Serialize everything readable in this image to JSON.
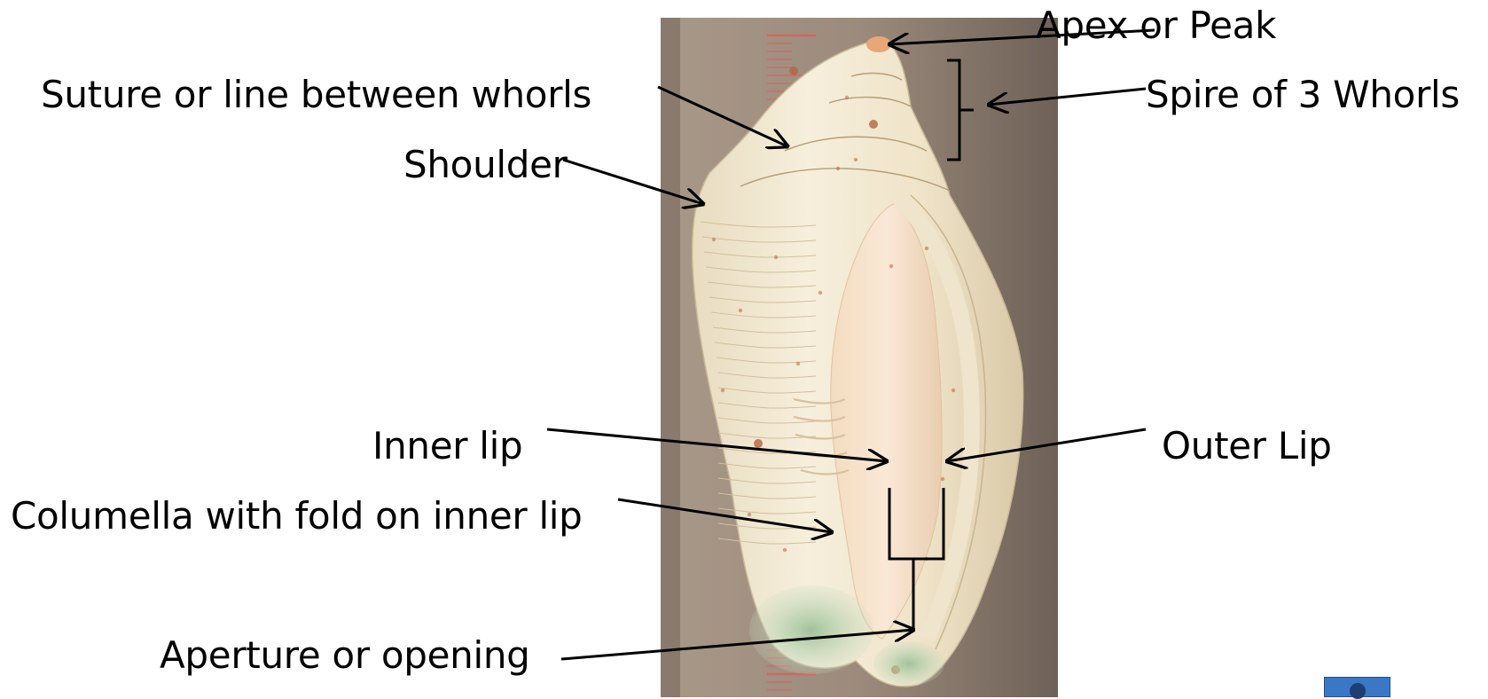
{
  "labels": {
    "apex": "Apex or Peak",
    "suture": "Suture or line between whorls",
    "spire": "Spire of 3 Whorls",
    "shoulder": "Shoulder",
    "inner_lip": "Inner lip",
    "outer_lip": "Outer Lip",
    "columella": "Columella with fold on inner lip",
    "aperture": "Aperture or opening"
  },
  "photo": {
    "subject": "volute sea shell on ruler",
    "colors": {
      "background": "#9b8a7c",
      "shell": "#f2ebd5",
      "aperture": "#f6dcc4",
      "spot": "#b4643e",
      "tip_green": "#a9c7a2",
      "ruler_mark": "#e05a5a"
    }
  },
  "nav_button": {
    "icon": "circle-icon"
  },
  "colors": {
    "text": "#000000",
    "arrow": "#000000"
  }
}
